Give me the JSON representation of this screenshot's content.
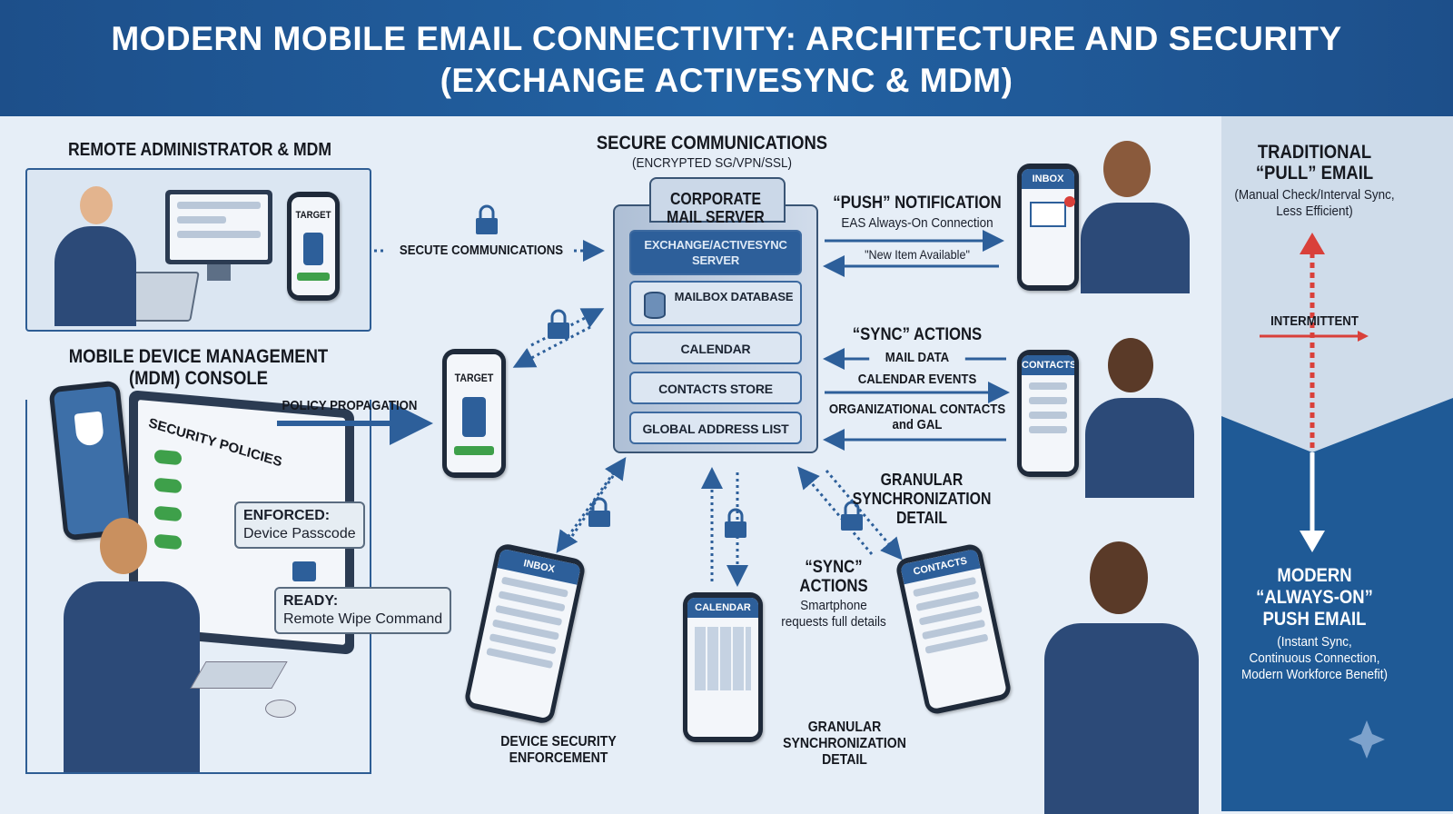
{
  "title": {
    "line1": "MODERN MOBILE EMAIL CONNECTIVITY: ARCHITECTURE AND SECURITY",
    "line2": "(EXCHANGE ACTIVESYNC & MDM)"
  },
  "left": {
    "admin_title": "REMOTE ADMINISTRATOR & MDM",
    "admin_phone_label": "TARGET",
    "mdm_title_1": "MOBILE DEVICE MANAGEMENT",
    "mdm_title_2": "(MDM) CONSOLE",
    "security_policies": "SECURITY POLICIES",
    "enforced_head": "ENFORCED:",
    "enforced_body": "Device Passcode",
    "ready_head": "READY:",
    "ready_body": "Remote Wipe Command"
  },
  "middle": {
    "secure_title": "SECURE COMMUNICATIONS",
    "secure_sub": "(ENCRYPTED SG/VPN/SSL)",
    "secute_label": "SECUTE COMMUNICATIONS",
    "policy_label": "POLICY PROPAGATION",
    "target_label": "TARGET",
    "server_title_1": "CORPORATE",
    "server_title_2": "MAIL SERVER",
    "server_items": [
      "EXCHANGE/ACTIVESYNC SERVER",
      "MAILBOX DATABASE",
      "CALENDAR",
      "CONTACTS STORE",
      "GLOBAL ADDRESS LIST"
    ]
  },
  "right": {
    "push_title": "“PUSH” NOTIFICATION",
    "push_sub": "EAS Always-On Connection",
    "push_msg": "\"New Item Available\"",
    "inbox_label": "INBOX",
    "sync_title": "“SYNC” ACTIONS",
    "mail_data": "MAIL DATA",
    "calendar_events": "CALENDAR EVENTS",
    "org_contacts_1": "ORGANIZATIONAL CONTACTS",
    "org_contacts_2": "and GAL",
    "contacts_label": "CONTACTS",
    "granular_1": "GRANULAR",
    "granular_2": "SYNCHRONIZATION",
    "granular_3": "DETAIL"
  },
  "bottom": {
    "inbox_label": "INBOX",
    "calendar_label": "CALENDAR",
    "contacts_label": "CONTACTS",
    "device_sec_1": "DEVICE SECURITY",
    "device_sec_2": "ENFORCEMENT",
    "sync_title_1": "“SYNC”",
    "sync_title_2": "ACTIONS",
    "sync_sub_1": "Smartphone",
    "sync_sub_2": "requests full details",
    "granular_1": "GRANULAR",
    "granular_2": "SYNCHRONIZATION",
    "granular_3": "DETAIL"
  },
  "sidebar": {
    "pull_title_1": "TRADITIONAL",
    "pull_title_2": "“PULL” EMAIL",
    "pull_sub_1": "(Manual Check/Interval Sync,",
    "pull_sub_2": "Less Efficient)",
    "intermittent": "INTERMITTENT",
    "push_title_1": "MODERN",
    "push_title_2": "“ALWAYS-ON”",
    "push_title_3": "PUSH EMAIL",
    "push_sub_1": "(Instant Sync,",
    "push_sub_2": "Continuous Connection,",
    "push_sub_3": "Modern Workforce Benefit)"
  },
  "colors": {
    "brand": "#1f5a96",
    "alert": "#d9403a",
    "policy_green": "#3ea04a"
  }
}
